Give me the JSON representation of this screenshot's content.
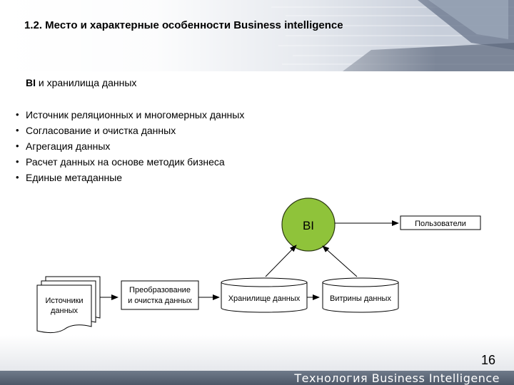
{
  "header": {
    "title": "1.2. Место и характерные особенности Business intelligence"
  },
  "section": {
    "heading_bold": "BI",
    "heading_rest": " и хранилища данных",
    "bullets": [
      "Источник  реляционных и многомерных данных",
      "Согласование и очистка данных",
      "Агрегация данных",
      "Расчет данных на основе методик бизнеса",
      "Единые метаданные"
    ]
  },
  "diagram": {
    "bi": "BI",
    "users": "Пользователи",
    "sources_line1": "Источники",
    "sources_line2": "данных",
    "transform_line1": "Преобразование",
    "transform_line2": "и очистка данных",
    "warehouse": "Хранилище данных",
    "marts": "Витрины данных",
    "colors": {
      "bi_fill": "#8fc33a",
      "bi_stroke": "#2c3a12"
    }
  },
  "footer": {
    "page_number": "16",
    "brand": "Технология Business Intelligence"
  }
}
